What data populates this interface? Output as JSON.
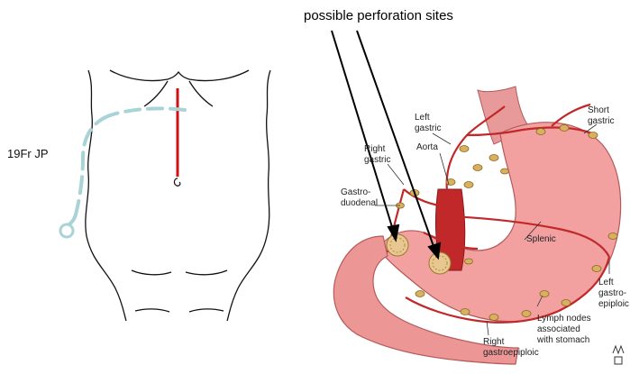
{
  "title": "possible perforation sites",
  "drain_label": "19Fr JP",
  "anatomy_labels": {
    "left_gastric_1": "Left",
    "left_gastric_2": "gastric",
    "short_gastric_1": "Short",
    "short_gastric_2": "gastric",
    "right_gastric_1": "Right",
    "right_gastric_2": "gastric",
    "aorta": "Aorta",
    "gastroduodenal_1": "Gastro-",
    "gastroduodenal_2": "duodenal",
    "splenic": "Splenic",
    "left_gastroepiploic_1": "Left",
    "left_gastroepiploic_2": "gastro-",
    "left_gastroepiploic_3": "epiploic",
    "lymph_1": "Lymph nodes",
    "lymph_2": "associated",
    "lymph_3": "with stomach",
    "right_gastroepiploic_1": "Right",
    "right_gastroepiploic_2": "gastroepiploic"
  },
  "colors": {
    "incision": "#d01010",
    "drain": "#a9d3d6",
    "stomach": "#f2a0a0",
    "artery": "#c0282a",
    "node": "#d9b060"
  }
}
